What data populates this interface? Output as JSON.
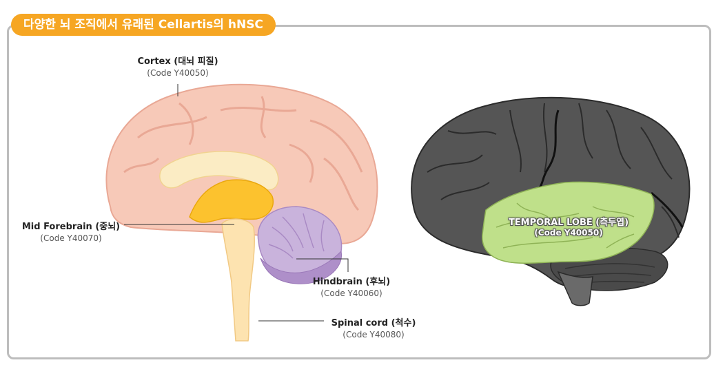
{
  "title": "다양한 뇌 조직에서 유래된 Cellartis의 hNSC",
  "labels": {
    "cortex": {
      "name": "Cortex (대뇌 피질)",
      "code": "(Code Y40050)"
    },
    "mid_forebrain": {
      "name": "Mid Forebrain (중뇌)",
      "code": "(Code Y40070)"
    },
    "hindbrain": {
      "name": "Hindbrain (후뇌)",
      "code": "(Code Y40060)"
    },
    "spinal_cord": {
      "name": "Spinal cord (척수)",
      "code": "(Code Y40080)"
    },
    "temporal_lobe": {
      "name": "TEMPORAL LOBE (측두엽)",
      "code": "(Code Y40050)"
    }
  },
  "colors": {
    "accent": "#f6a623",
    "cortex": "#f7c9b8",
    "midbrain": "#fcc22e",
    "hindbrain": "#c9b3dc",
    "brainstem": "#fde3b0",
    "temporal": "#bfe08a",
    "brain_gray": "#555555"
  }
}
